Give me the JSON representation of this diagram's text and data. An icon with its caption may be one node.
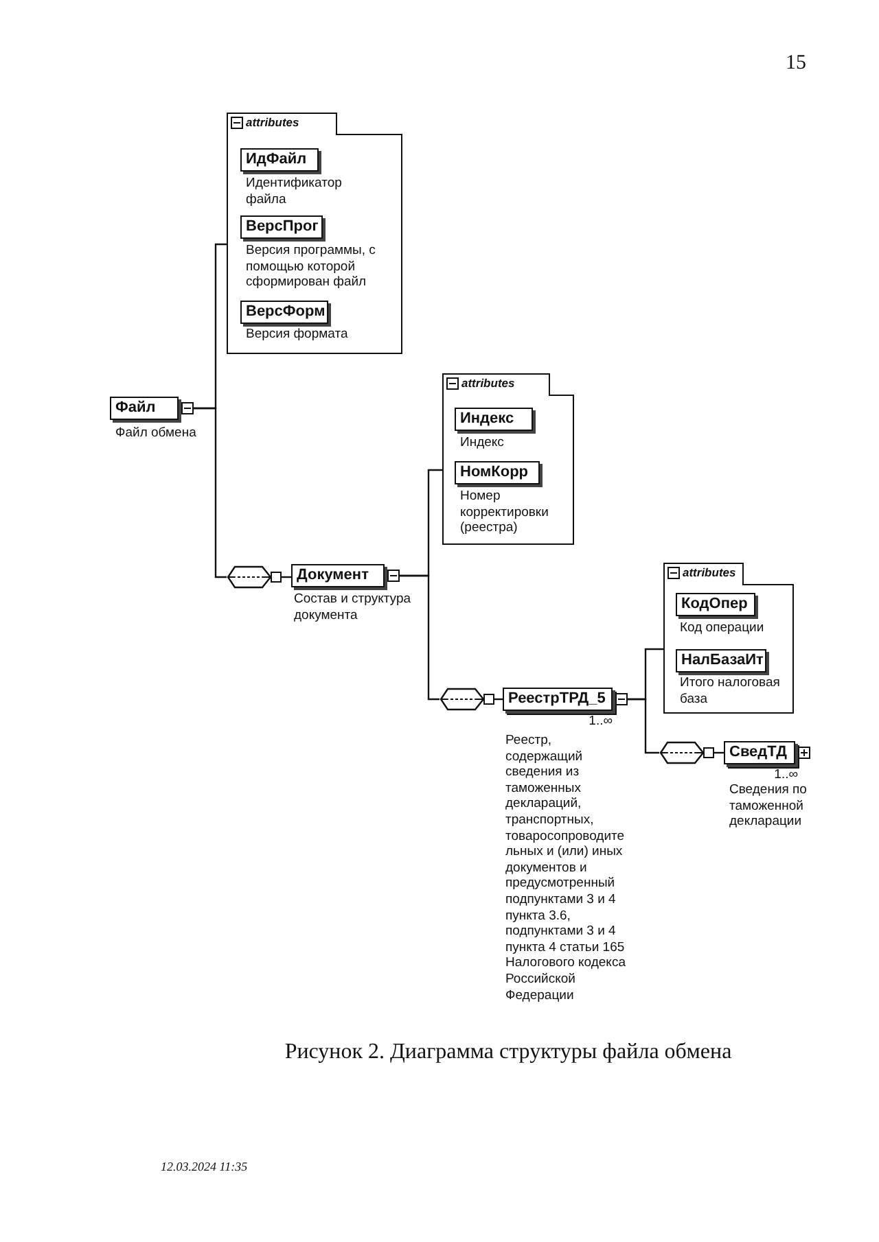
{
  "diagram": {
    "caption": "Рисунок 2. Диаграмма структуры файла обмена",
    "nodes": [
      {
        "text": [
          "Файл"
        ],
        "beside": [
          "Файл обмена"
        ]
      },
      {
        "text": [
          "attributes"
        ]
      },
      {
        "text": [
          "ИдФайл"
        ],
        "in": 1,
        "beside": [
          "Идентификатор файла"
        ]
      },
      {
        "text": [
          "ВерсПрог"
        ],
        "in": 1,
        "beside": [
          "Версия программы, с помощью которой сформирован файл"
        ]
      },
      {
        "text": [
          "ВерсФорм"
        ],
        "in": 1,
        "beside": [
          "Версия формата"
        ]
      },
      {
        "text": [],
        "shape": "hexagon"
      },
      {
        "text": [
          "Документ"
        ],
        "beside": [
          "Состав и структура документа"
        ]
      },
      {
        "text": [
          "attributes"
        ]
      },
      {
        "text": [
          "Индекс"
        ],
        "in": 7,
        "beside": [
          "Индекс"
        ]
      },
      {
        "text": [
          "НомКорр"
        ],
        "in": 7,
        "beside": [
          "Номер корректировки (реестра)"
        ]
      },
      {
        "text": [],
        "shape": "hexagon"
      },
      {
        "text": [
          "РеестрТРД_5"
        ],
        "beside": [
          "1..∞",
          "Реестр, содержащий сведения из таможенных деклараций, транспортных, товаросопроводительных и (или) иных документов и предусмотренный подпунктами 3 и 4 пункта 3.6, подпунктами 3 и 4 пункта 4 статьи 165 Налогового кодекса Российской Федерации"
        ]
      },
      {
        "text": [
          "attributes"
        ]
      },
      {
        "text": [
          "КодОпер"
        ],
        "in": 12,
        "beside": [
          "Код операции"
        ]
      },
      {
        "text": [
          "НалБазаИт"
        ],
        "in": 12,
        "beside": [
          "Итого налоговая база"
        ]
      },
      {
        "text": [],
        "shape": "hexagon"
      },
      {
        "text": [
          "СведТД"
        ],
        "beside": [
          "1..∞",
          "Сведения по таможенной декларации"
        ]
      }
    ],
    "edges": [
      {
        "from": 0,
        "to": 1,
        "arrow": "none"
      },
      {
        "from": 0,
        "to": 5,
        "arrow": "none"
      },
      {
        "from": 5,
        "to": 6,
        "arrow": "none"
      },
      {
        "from": 6,
        "to": 7,
        "arrow": "none"
      },
      {
        "from": 6,
        "to": 10,
        "arrow": "none"
      },
      {
        "from": 10,
        "to": 11,
        "arrow": "none"
      },
      {
        "from": 11,
        "to": 12,
        "arrow": "none"
      },
      {
        "from": 11,
        "to": 15,
        "arrow": "none"
      },
      {
        "from": 15,
        "to": 16,
        "arrow": "none"
      }
    ],
    "labels": [
      "15",
      "12.03.2024 11:35"
    ]
  }
}
